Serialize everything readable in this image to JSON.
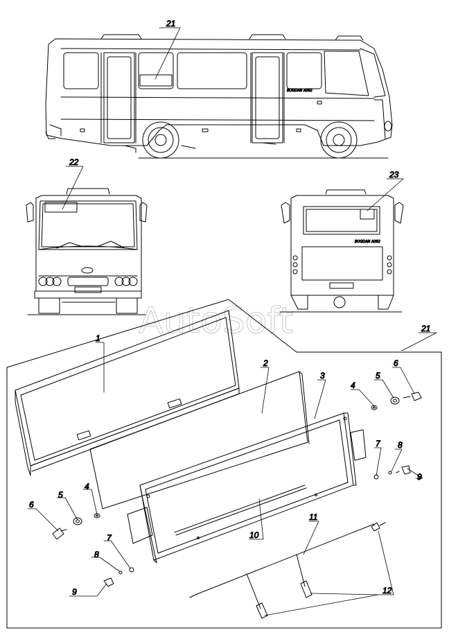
{
  "watermark": "AutoSoft",
  "bus_side_label": "BOGDAN A092",
  "bus_rear_label": "BOGDAN A092",
  "callouts": {
    "c1": "1",
    "c2": "2",
    "c3": "3",
    "c4a": "4",
    "c4b": "4",
    "c5a": "5",
    "c5b": "5",
    "c6a": "6",
    "c6b": "6",
    "c7a": "7",
    "c7b": "7",
    "c8a": "8",
    "c8b": "8",
    "c9a": "9",
    "c9b": "9",
    "c10": "10",
    "c11": "11",
    "c12": "12",
    "c21top": "21",
    "c21box": "21",
    "c22": "22",
    "c23": "23"
  }
}
